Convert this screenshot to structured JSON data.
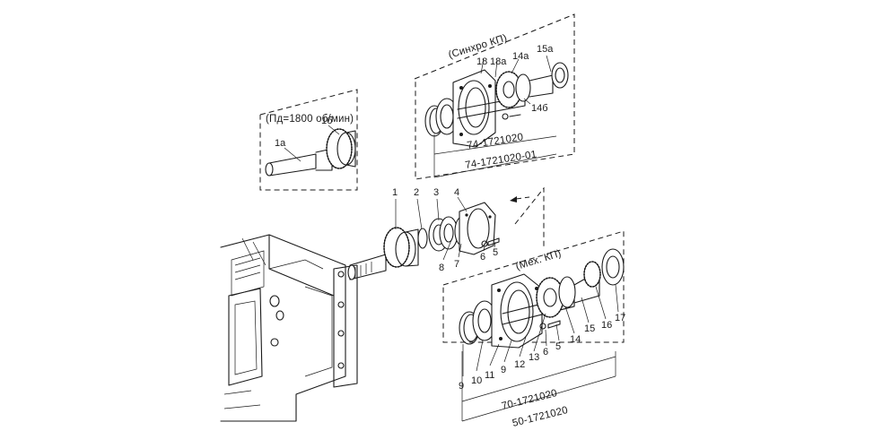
{
  "captions": {
    "pd": "(Пд=1800 об/мин)",
    "sync": "(Синхро КП)",
    "mech": "(Мех. КП)",
    "code_74": "74-1721020",
    "code_74_01": "74-1721020-01",
    "code_70": "70-1721020",
    "code_50": "50-1721020"
  },
  "callouts": {
    "p1a": "1а",
    "p1b": "1б",
    "p18": "18",
    "p18a": "18а",
    "p14a": "14а",
    "p15a": "15а",
    "p14b": "14б",
    "p1": "1",
    "p2": "2",
    "p3": "3",
    "p4": "4",
    "p5": "5",
    "p6": "6",
    "p7": "7",
    "p8": "8",
    "m5": "5",
    "m6": "6",
    "m9a": "9",
    "m9b": "9",
    "m10": "10",
    "m11": "11",
    "m12": "12",
    "m13": "13",
    "m14": "14",
    "m15": "15",
    "m16": "16",
    "m17": "17"
  }
}
